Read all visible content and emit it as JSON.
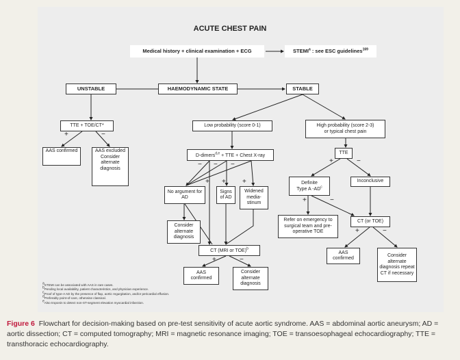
{
  "title": "ACUTE CHEST PAIN",
  "nodes": {
    "history": "Medical history + clinical examination + ECG",
    "stemi": "STEMI",
    "stemi_sup": "a",
    "stemi_rest": " : see ESC guidelines",
    "stemi_ref": "169",
    "haemo": "HAEMODYNAMIC STATE",
    "unstable": "UNSTABLE",
    "stable": "STABLE",
    "tte_toe_ct": "TTE + TOE/CT*",
    "aas_confirmed": "AAS confirmed",
    "aas_excluded": "AAS excluded",
    "consider_alt": "Consider alternate diagnosis",
    "low_prob": "Low probability (score 0-1)",
    "high_prob_1": "High probability (score 2-3)",
    "high_prob_2": "or typical chest pain",
    "ddimers": "D-dimers",
    "ddimers_sup": "d,e",
    "ddimers_rest": " + TTE + Chest X-ray",
    "tte": "TTE",
    "no_argument": "No argument for AD",
    "signs_ad": "Signs of AD",
    "widened": "Widened media-stinum",
    "ct_mri": "CT (MRI or TOE)",
    "ct_mri_sup": "b",
    "definite_1": "Definite",
    "definite_2": "Type A -AD",
    "definite_sup": "c",
    "inconclusive": "Inconclusive",
    "refer": "Refer on emergency to surgical team and pre-operative TOE",
    "ct_toe": "CT (or TOE)",
    "consider_repeat": "Consider alternate diagnosis repeat CT if necessary"
  },
  "signs": {
    "plus": "+",
    "minus": "−"
  },
  "footnotes": [
    {
      "mark": "a",
      "text": "STEMI can be associated with AAS in rare cases."
    },
    {
      "mark": "b",
      "text": "Pending local availability, patient characteristics, and physician experience."
    },
    {
      "mark": "c",
      "text": "Proof of type-A AD by the presence of flap, aortic regurgitation, and/or pericardial effusion."
    },
    {
      "mark": "d",
      "text": "Preferably point-of-care, otherwise classical."
    },
    {
      "mark": "e",
      "text": "Also troponin to detect non-ST-segment elevation myocardial infarction."
    }
  ],
  "caption": {
    "label": "Figure 6",
    "text": "Flowchart for decision-making based on pre-test sensitivity of acute aortic syndrome. AAS = abdominal aortic aneurysm; AD = aortic dissection; CT = computed tomography; MRI = magnetic resonance imaging; TOE = transoesophageal echocardiography; TTE = transthoracic echocardiography."
  },
  "colors": {
    "caption_label": "#c0173b",
    "panel": "#ededed",
    "page": "#f2f0e9"
  }
}
